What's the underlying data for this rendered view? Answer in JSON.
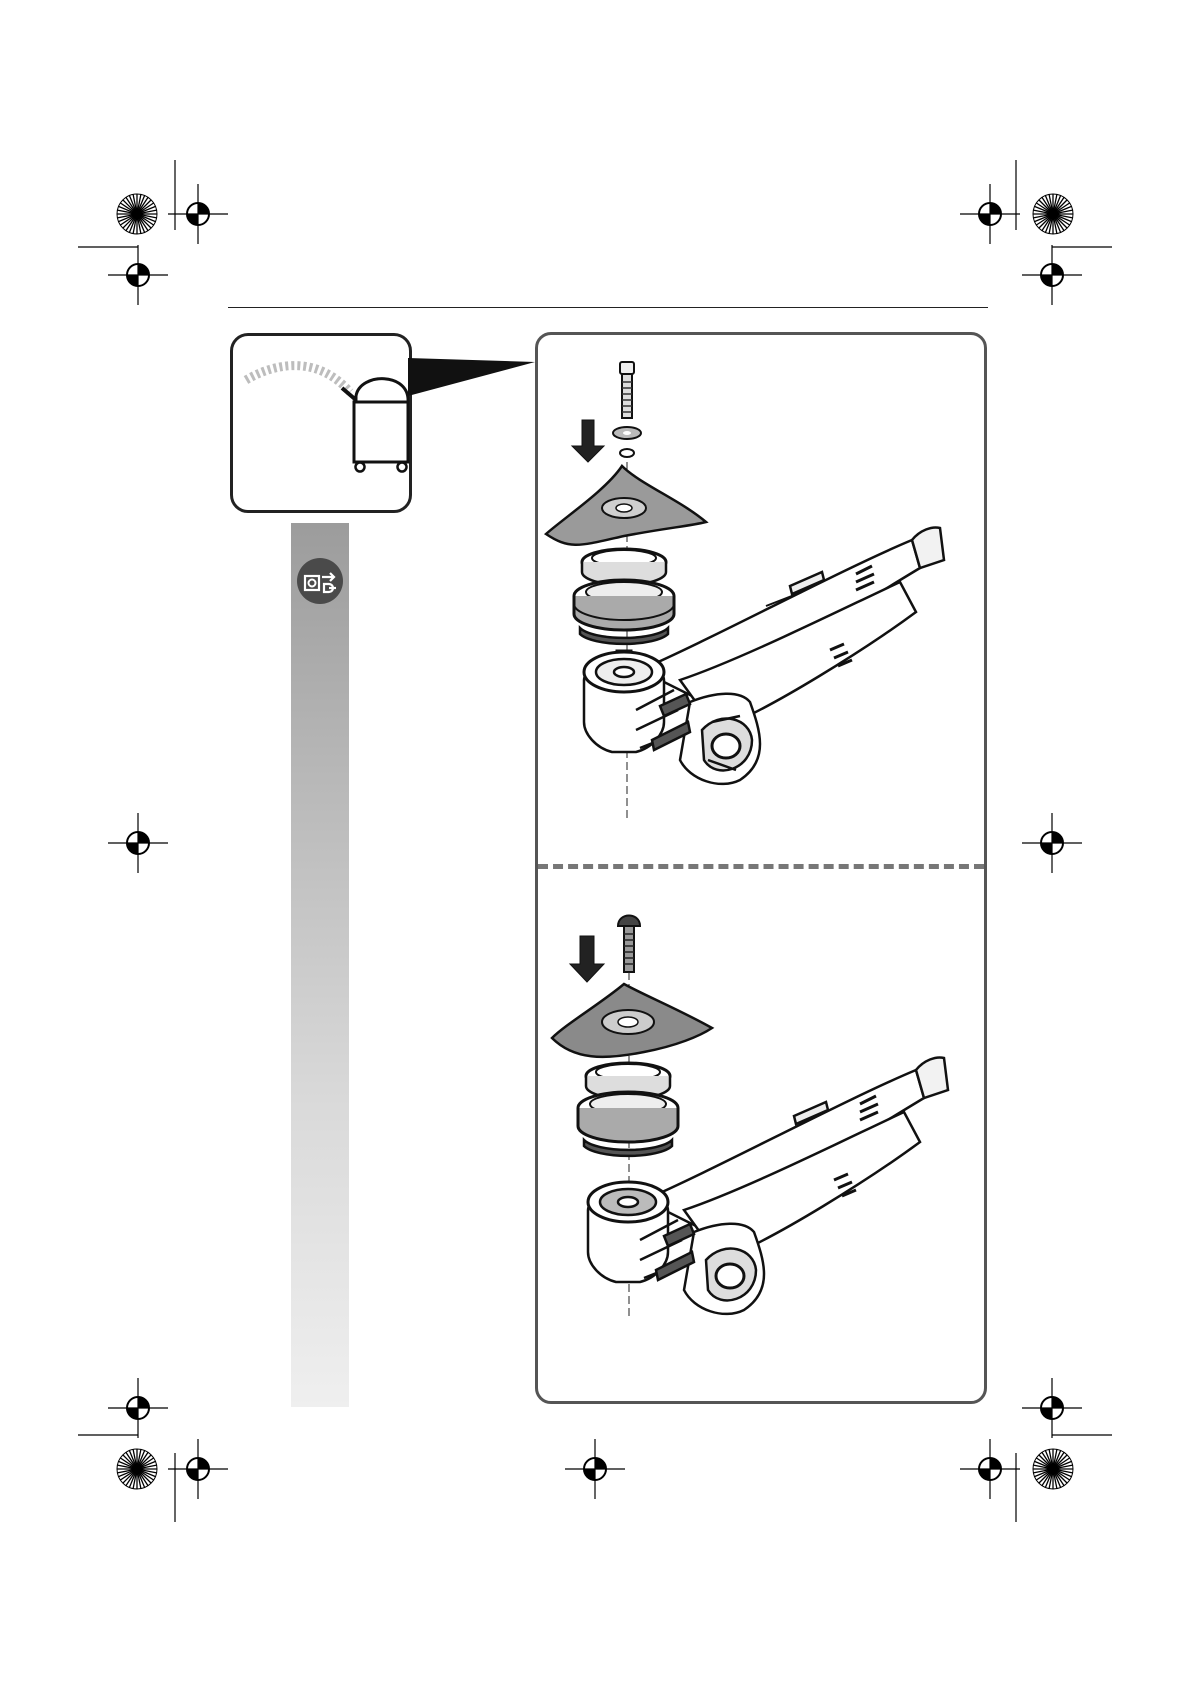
{
  "page": {
    "header_rule": true
  },
  "callout": {
    "icon": "vacuum-extractor-icon"
  },
  "side_strip": {
    "icon": "unplug-before-work-icon"
  },
  "steps": [
    {
      "id": "step-1",
      "icon": "assembly-sanding-plate-screw-icon",
      "fastener": "cylinder-head-screw"
    },
    {
      "id": "step-2",
      "icon": "assembly-sanding-plate-torx-icon",
      "fastener": "flat-head-screw"
    }
  ],
  "colors": {
    "line": "#222222",
    "panel_border": "#555555",
    "strip_top": "#9c9c9c",
    "strip_bottom": "#efefef",
    "sanding_plate": "#9a9a9a"
  }
}
